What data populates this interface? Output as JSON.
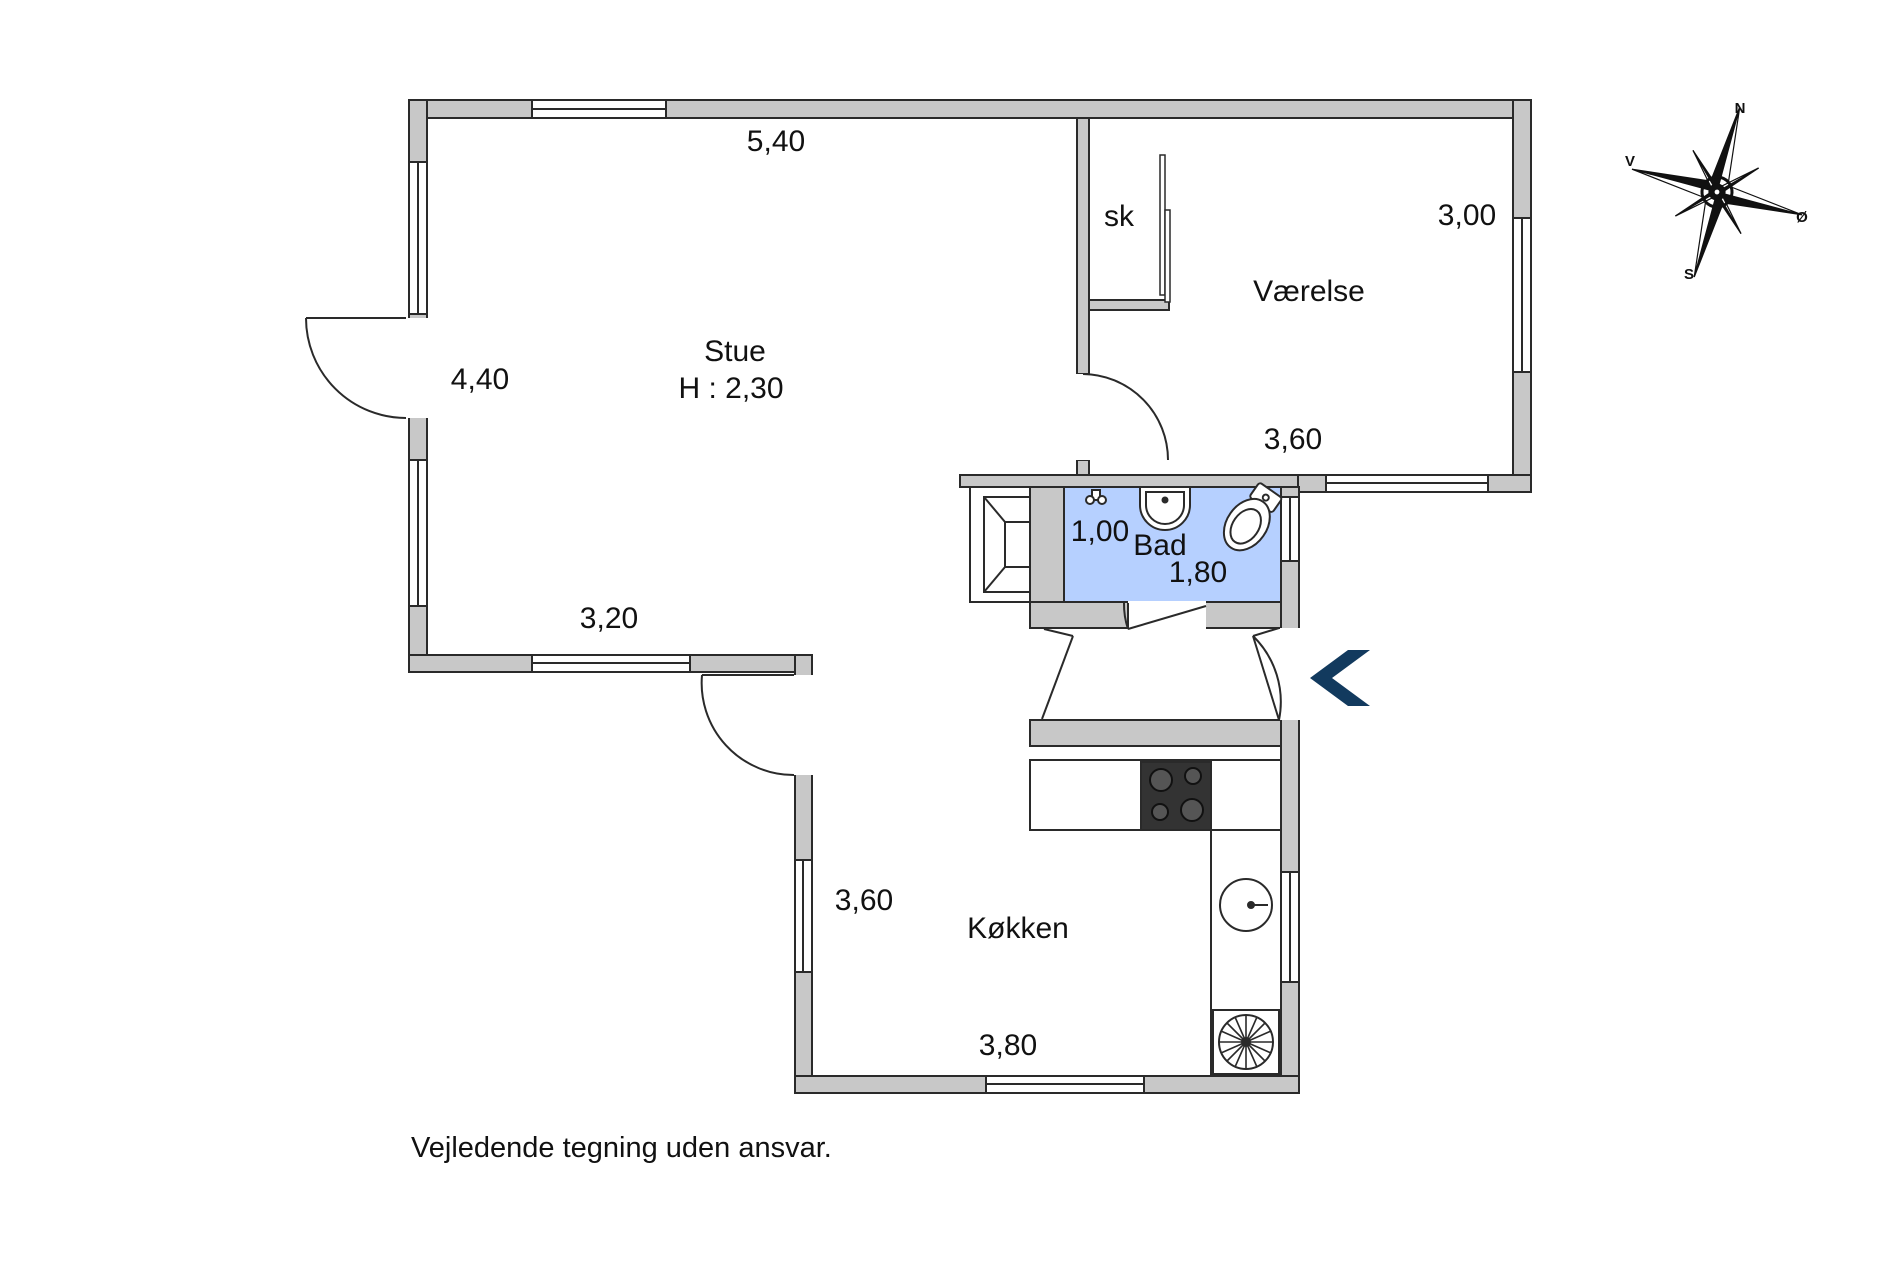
{
  "rooms": {
    "stue": "Stue",
    "stue_height": "H : 2,30",
    "vaerelse": "Værelse",
    "closet": "sk",
    "bad": "Bad",
    "koekken": "Køkken"
  },
  "dimensions": {
    "stue_top": "5,40",
    "stue_left": "4,40",
    "stue_bottom": "3,20",
    "vaerelse_right": "3,00",
    "vaerelse_bottom": "3,60",
    "bad_width": "1,00",
    "bad_length": "1,80",
    "koekken_left": "3,60",
    "koekken_bottom": "3,80"
  },
  "compass": {
    "north": "N",
    "east": "Ø",
    "south": "S",
    "west": "V"
  },
  "entrance_marker": {
    "icon": "entrance-arrow-icon",
    "color": "#123a5e"
  },
  "colors": {
    "wall": "#c8c8c8",
    "bathroom": "#b6d0ff"
  },
  "disclaimer": "Vejledende tegning uden ansvar."
}
